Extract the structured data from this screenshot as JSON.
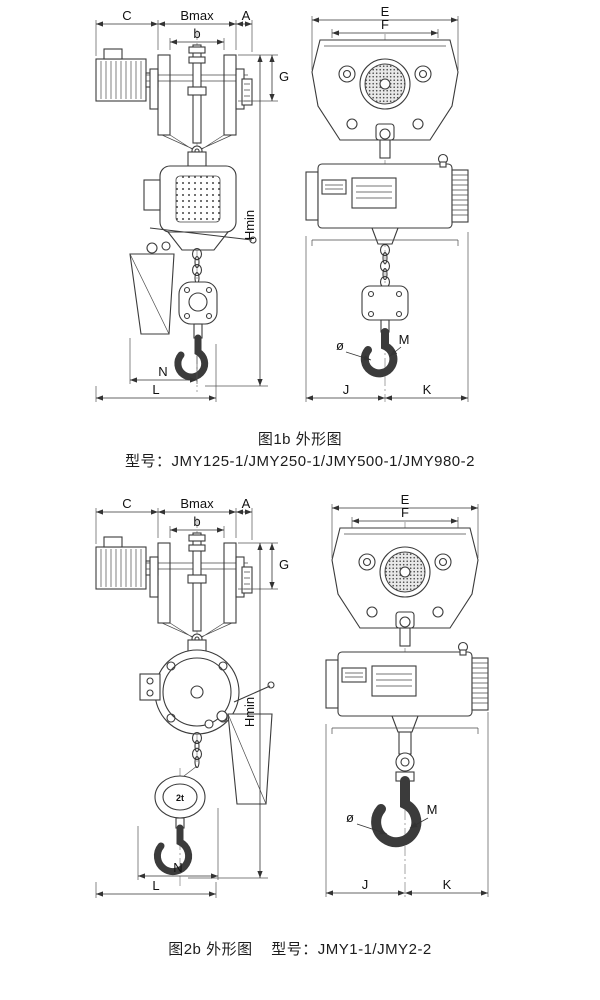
{
  "dims": {
    "c": "C",
    "bmax": "Bmax",
    "b": "b",
    "a": "A",
    "g": "G",
    "hmin": "Hmin",
    "n": "N",
    "l": "L",
    "e": "E",
    "f": "F",
    "j": "J",
    "k": "K",
    "dia": "ø",
    "m": "M"
  },
  "figure1": {
    "caption": "图1b 外形图",
    "model": "型号：JMY125-1/JMY250-1/JMY500-1/JMY980-2"
  },
  "figure2": {
    "caption": "图2b 外形图",
    "model": "型号：JMY1-1/JMY2-2",
    "hook_capacity": "2t"
  }
}
